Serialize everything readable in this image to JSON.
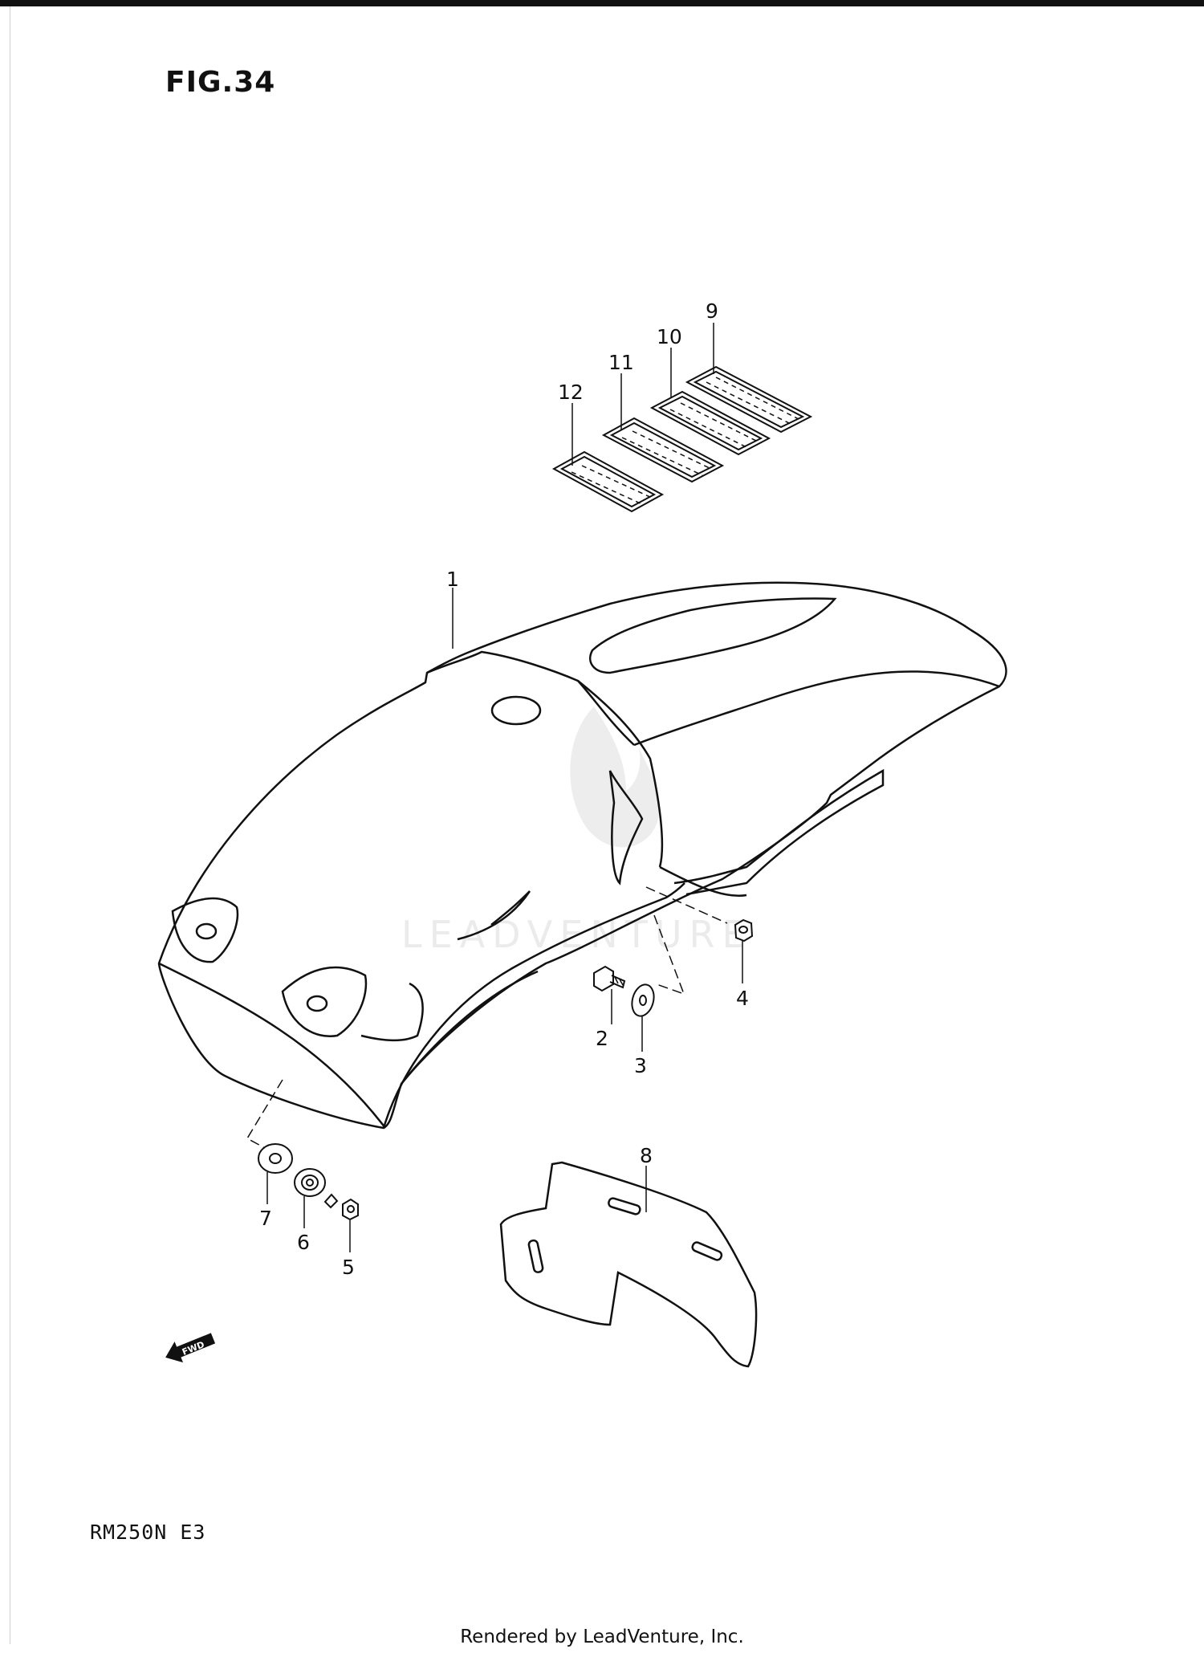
{
  "figure": {
    "title": "FIG.34"
  },
  "model": {
    "code": "RM250N E3"
  },
  "footer": {
    "credit": "Rendered by LeadVenture, Inc."
  },
  "watermark": {
    "text": "LEADVENTURE"
  },
  "fwd_arrow": {
    "label": "FWD",
    "icon": "forward-arrow-icon"
  },
  "callouts": [
    "1",
    "2",
    "3",
    "4",
    "5",
    "6",
    "7",
    "8",
    "9",
    "10",
    "11",
    "12"
  ]
}
